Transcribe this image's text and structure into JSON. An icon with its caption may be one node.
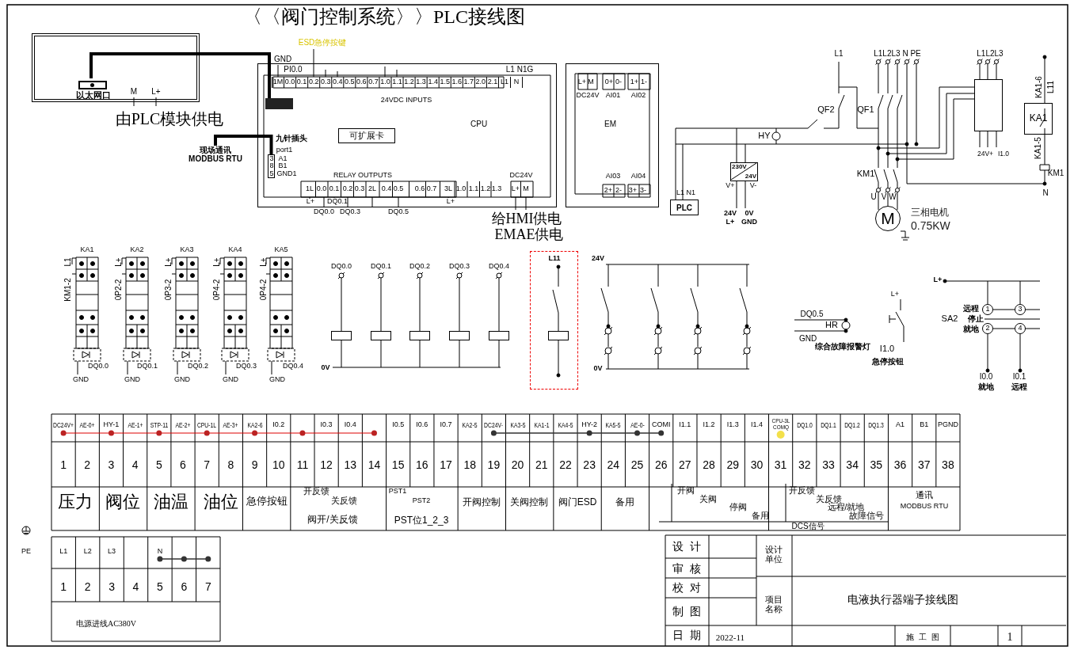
{
  "diagram": {
    "title": "〈〈阀门控制系统〉〉PLC接线图",
    "nodes": [
      {
        "text": [],
        "shape": "box"
      },
      {
        "text": [
          "以太网口"
        ],
        "in": 0
      },
      {
        "text": [
          "CPU"
        ]
      },
      {
        "text": [],
        "shape": "box",
        "in": 2
      },
      {
        "text": [
          "可扩展卡"
        ],
        "in": 2
      },
      {
        "text": [],
        "shape": "box",
        "in": 2
      },
      {
        "text": [
          "现场通讯 MODBUS RTU"
        ]
      },
      {
        "text": [
          "EM"
        ]
      },
      {
        "text": [
          "PLC"
        ]
      },
      {
        "text": [
          "230V",
          "24V"
        ]
      },
      {
        "text": [],
        "shape": "box"
      },
      {
        "text": [
          "KA1"
        ]
      },
      {
        "text": [
          "M"
        ],
        "beside": [
          "三相电机",
          "0.75KW"
        ]
      },
      {
        "text": [
          "KA1"
        ]
      },
      {
        "text": [
          "KA2"
        ]
      },
      {
        "text": [
          "KA3"
        ]
      },
      {
        "text": [
          "KA4"
        ]
      },
      {
        "text": [
          "KA5"
        ]
      },
      {
        "text": [],
        "shape": "box"
      },
      {
        "text": [],
        "shape": "box"
      },
      {
        "text": [],
        "shape": "box"
      },
      {
        "text": [],
        "shape": "box"
      },
      {
        "text": [],
        "shape": "box"
      },
      {
        "text": [],
        "shape": "box"
      },
      {
        "text": [],
        "shape": "box",
        "in": 23
      },
      {
        "text": [
          "1"
        ]
      },
      {
        "text": [
          "3"
        ]
      },
      {
        "text": [
          "2"
        ]
      },
      {
        "text": [
          "4"
        ]
      }
    ],
    "edges": [
      {
        "from": 1,
        "to": 3,
        "arrow": "none",
        "style": "thick"
      },
      {
        "from": 6,
        "to": 5,
        "arrow": "none",
        "style": "thick"
      },
      {
        "from": 25,
        "to": 26,
        "arrow": "none"
      },
      {
        "from": 27,
        "to": 28,
        "arrow": "none"
      }
    ],
    "labels": [
      "M",
      "L+",
      "由PLC模块供电",
      "ESD急停按键",
      "GND",
      "PI0.0",
      "1M",
      "0.0",
      "0.1",
      "0.2",
      "0.3",
      "0.4",
      "0.5",
      "0.6",
      "0.7",
      "1.0",
      "1.1",
      "1.2",
      "1.3",
      "1.4",
      "1.5",
      "1.6",
      "1.7",
      "2.0",
      "2.1",
      "L1",
      "N",
      "L1 N1G",
      "24VDC INPUTS",
      "九针插头",
      "port1",
      "A1",
      "B1",
      "GND1",
      "3",
      "8",
      "5",
      "RELAY OUTPUTS",
      "DC24V",
      "1L",
      "0.0",
      "0.1",
      "0.2",
      "0.3",
      "2L",
      "0.4",
      "0.5",
      "0.6",
      "0.7",
      "3L",
      "1.0",
      "1.1",
      "1.2",
      "1.3",
      "L+",
      "M",
      "L+",
      "DQ0.1",
      "DQ0.0",
      "DQ0.3",
      "DQ0.5",
      "L+",
      "给HMI供电",
      "EMAE供电",
      "L+",
      "M",
      "0+",
      "0-",
      "1+",
      "1-",
      "DC24V",
      "AI01",
      "AI02",
      "AI03",
      "AI04",
      "2+",
      "2-",
      "3+",
      "3-",
      "L1",
      "L1L2L3 N PE",
      "L1L2L3",
      "QF2",
      "QF1",
      "HY",
      "L1 N1",
      "V+",
      "V-",
      "24V",
      "L+",
      "0V",
      "GND",
      "KM1",
      "U",
      "V",
      "W",
      "KA1-6",
      "L11",
      "KA1-5",
      "KM1",
      "N",
      "24V+",
      "I1.0",
      "L1",
      "KM1-2",
      "L+",
      "0P2-2",
      "L+",
      "0P3-2",
      "L+",
      "0P4-2",
      "L+",
      "0P4-2",
      "DQ0.0",
      "DQ0.1",
      "DQ0.2",
      "DQ0.3",
      "DQ0.4",
      "GND",
      "GND",
      "GND",
      "GND",
      "GND",
      "DQ0.0",
      "DQ0.1",
      "DQ0.2",
      "DQ0.3",
      "DQ0.4",
      "0V",
      "L11",
      "24V",
      "0V",
      "DQ0.5",
      "HR",
      "GND",
      "综合故障报警灯",
      "L+",
      "I1.0",
      "急停按钮",
      "L+",
      "远程",
      "SA2",
      "停止",
      "就地",
      "I0.0",
      "就地",
      "I0.1",
      "远程",
      "DC24V+",
      "AE-0+",
      "HY-1",
      "AE-1+",
      "STP-11",
      "AE-2+",
      "CPU-1L",
      "AE-3+",
      "KA2-6",
      "I0.2",
      "I0.3",
      "I0.4",
      "I0.5",
      "I0.6",
      "I0.7",
      "KA2-5",
      "DC24V-",
      "KA3-5",
      "KA1-1",
      "KA4-5",
      "HY-2",
      "KA5-5",
      "AE-0-",
      "COMI",
      "I1.1",
      "I1.2",
      "I1.3",
      "I1.4",
      "CPU-3L COMQ",
      "DQ1.0",
      "DQ1.1",
      "DQ1.2",
      "DQ1.3",
      "A1",
      "B1",
      "PGND",
      "1",
      "2",
      "3",
      "4",
      "5",
      "6",
      "7",
      "8",
      "9",
      "10",
      "11",
      "12",
      "13",
      "14",
      "15",
      "16",
      "17",
      "18",
      "19",
      "20",
      "21",
      "22",
      "23",
      "24",
      "25",
      "26",
      "27",
      "28",
      "29",
      "30",
      "31",
      "32",
      "33",
      "34",
      "35",
      "36",
      "37",
      "38",
      "压力",
      "阀位",
      "油温",
      "油位",
      "急停按钮",
      "开反馈",
      "关反馈",
      "阀开/关反馈",
      "PST1",
      "PST2",
      "PST位1_2_3",
      "开阀控制",
      "关阀控制",
      "阀门ESD",
      "备用",
      "开阀",
      "关阀",
      "停阀",
      "备用",
      "开反馈",
      "关反馈",
      "远程/就地",
      "故障信号",
      "通讯",
      "MODBUS RTU",
      "DCS信号",
      "PE",
      "L1",
      "L2",
      "L3",
      "N",
      "1",
      "2",
      "3",
      "4",
      "5",
      "6",
      "7",
      "电源进线AC380V",
      "设计",
      "审核",
      "校对",
      "制图",
      "日期",
      "2022-11",
      "设计单位",
      "项目名称",
      "电液执行器端子接线图",
      "施工图",
      "1"
    ]
  }
}
